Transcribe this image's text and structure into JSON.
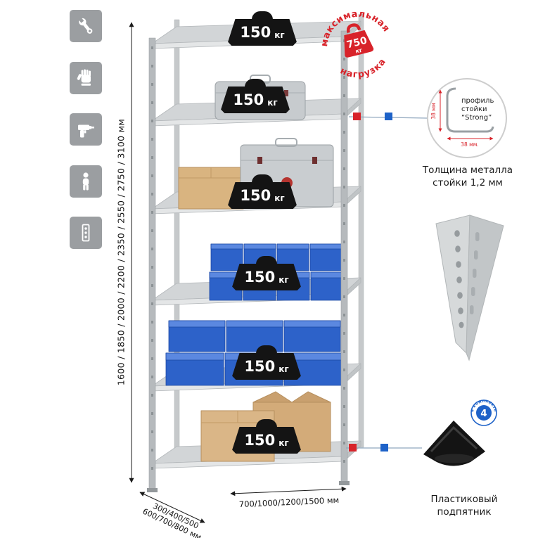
{
  "left_icons": [
    {
      "name": "wrench-icon"
    },
    {
      "name": "glove-icon"
    },
    {
      "name": "drill-icon"
    },
    {
      "name": "person-height-icon"
    },
    {
      "name": "rack-profile-icon"
    }
  ],
  "shelf_loads": [
    {
      "value": "150",
      "unit": "кг"
    },
    {
      "value": "150",
      "unit": "кг"
    },
    {
      "value": "150",
      "unit": "кг"
    },
    {
      "value": "150",
      "unit": "кг"
    },
    {
      "value": "150",
      "unit": "кг"
    },
    {
      "value": "150",
      "unit": "кг"
    }
  ],
  "max_load_stamp": {
    "arc_top": "максимальная",
    "arc_bottom": "нагрузка",
    "value": "750",
    "unit": "кг"
  },
  "height_dimension": "1600 / 1850 / 2000 / 2200 / 2350 / 2550 / 2750 / 3100 мм",
  "depth_dimension": {
    "line1": "300/400/500",
    "line2": "600/700/800 мм"
  },
  "width_dimension": "700/1000/1200/1500 мм",
  "profile_callout": {
    "label_line1": "профиль",
    "label_line2": "стойки",
    "label_line3": "“Strong”",
    "dim_vertical": "38 мм",
    "dim_horizontal": "38 мм.",
    "caption_line1": "Толщина металла",
    "caption_line2": "стойки 1,2 мм"
  },
  "foot_callout": {
    "badge_value": "4",
    "badge_ring_text": "в комплекте",
    "caption_line1": "Пластиковый",
    "caption_line2": "подпятник"
  },
  "colors": {
    "accent_red": "#d8232a",
    "accent_blue": "#1e62c8",
    "icon_tile": "#9b9ea1",
    "weight_black": "#141414",
    "bin_blue": "#2d62c9",
    "carton_tan": "#d9b480",
    "metal_light": "#d6d9da",
    "metal_mid": "#c0c4c6"
  }
}
